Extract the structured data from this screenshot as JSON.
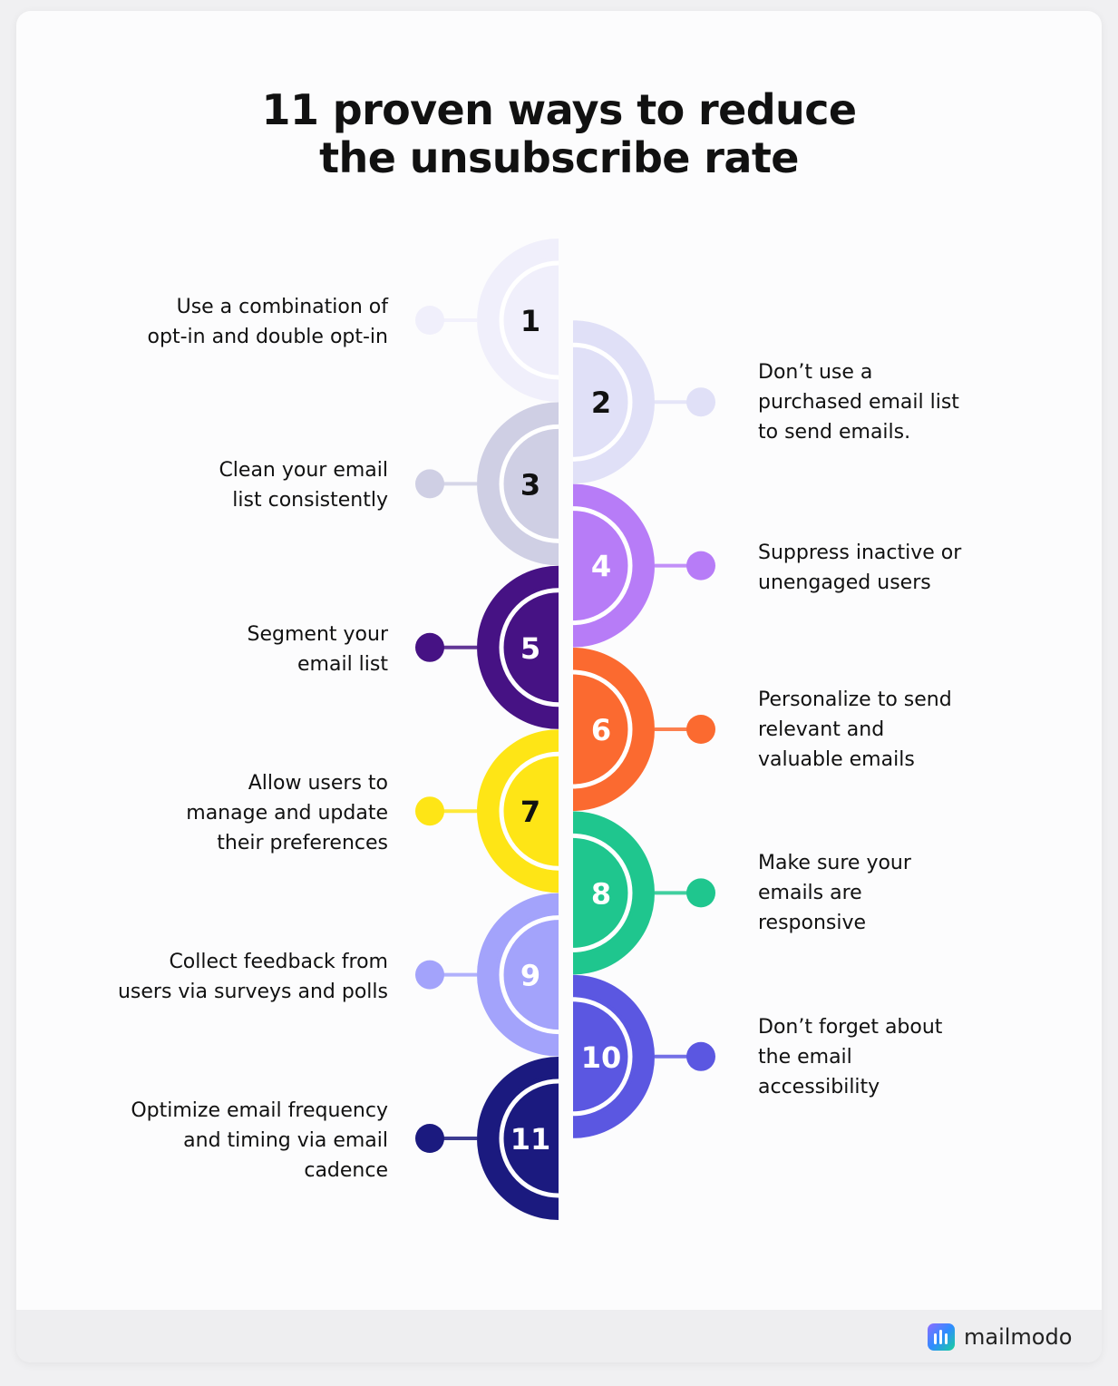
{
  "title": {
    "line1": "11 proven ways to reduce",
    "line2": "the unsubscribe rate"
  },
  "steps": [
    {
      "number": "1",
      "side": "left",
      "lines": [
        "Use a combination of",
        "opt-in and double opt-in"
      ],
      "color": "#f0effb",
      "number_color": "#111111"
    },
    {
      "number": "2",
      "side": "right",
      "lines": [
        "Don’t use a",
        "purchased email list",
        "to send emails."
      ],
      "color": "#e0e0f7",
      "number_color": "#111111"
    },
    {
      "number": "3",
      "side": "left",
      "lines": [
        "Clean your email",
        "list consistently"
      ],
      "color": "#cfcfe4",
      "number_color": "#111111"
    },
    {
      "number": "4",
      "side": "right",
      "lines": [
        "Suppress inactive or",
        "unengaged users"
      ],
      "color": "#b77cf7",
      "number_color": "#ffffff"
    },
    {
      "number": "5",
      "side": "left",
      "lines": [
        "Segment your",
        "email list"
      ],
      "color": "#461284",
      "number_color": "#ffffff"
    },
    {
      "number": "6",
      "side": "right",
      "lines": [
        "Personalize to send",
        "relevant and",
        "valuable emails"
      ],
      "color": "#fb6a30",
      "number_color": "#ffffff"
    },
    {
      "number": "7",
      "side": "left",
      "lines": [
        "Allow users to",
        "manage and update",
        "their preferences"
      ],
      "color": "#fee516",
      "number_color": "#111111"
    },
    {
      "number": "8",
      "side": "right",
      "lines": [
        "Make sure your",
        "emails are",
        "responsive"
      ],
      "color": "#1fc68e",
      "number_color": "#ffffff"
    },
    {
      "number": "9",
      "side": "left",
      "lines": [
        "Collect feedback from",
        "users via surveys and polls"
      ],
      "color": "#a3a3fb",
      "number_color": "#ffffff"
    },
    {
      "number": "10",
      "side": "right",
      "lines": [
        "Don’t forget about",
        "the email",
        "accessibility"
      ],
      "color": "#5b57e1",
      "number_color": "#ffffff"
    },
    {
      "number": "11",
      "side": "left",
      "lines": [
        "Optimize email frequency",
        "and timing via email",
        "cadence"
      ],
      "color": "#1b1a7f",
      "number_color": "#ffffff"
    }
  ],
  "brand": {
    "name": "mailmodo",
    "icon": "mailmodo-logo-icon"
  }
}
